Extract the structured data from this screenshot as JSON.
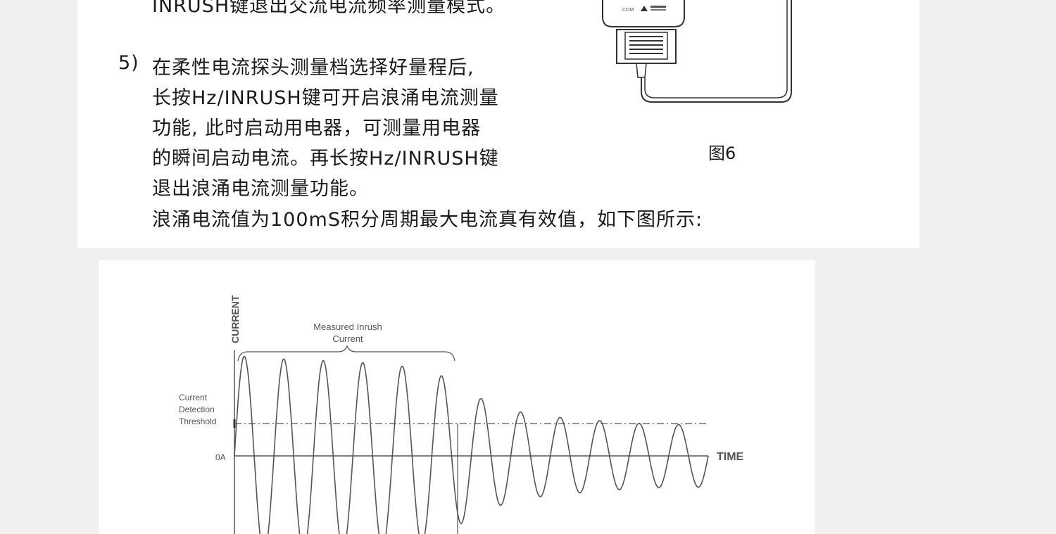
{
  "document": {
    "line_top_partial": "INRUSH键退出交流电流频率测量模式。",
    "item_number": "5)",
    "item_lines": [
      "在柔性电流探头测量档选择好量程后,",
      "长按Hz/INRUSH键可开启浪涌电流测量",
      "功能, 此时启动用电器，可测量用电器",
      "的瞬间启动电流。再长按Hz/INRUSH键",
      "退出浪涌电流测量功能。",
      "浪涌电流值为100mS积分周期最大电流真有效值，如下图所示:"
    ],
    "figure_caption": "图6",
    "meter_label_com": "COM",
    "meter_label_warn": "Δ"
  },
  "chart_data": {
    "type": "line",
    "title": "",
    "xlabel": "TIME",
    "ylabel": "CURRENT",
    "annotations": {
      "bracket_label_line1": "Measured Inrush",
      "bracket_label_line2": "Current",
      "threshold_line1": "Current",
      "threshold_line2": "Detection",
      "threshold_line3": "Threshold",
      "zero_label": "0A"
    },
    "threshold_level": 1,
    "cycles": 12,
    "peak_amplitudes": [
      3.2,
      3.1,
      3.05,
      3.0,
      2.9,
      2.75,
      1.95,
      1.45,
      1.25,
      1.15,
      1.05,
      1.0
    ],
    "measured_inrush_cycles": 6
  },
  "colors": {
    "text": "#1a1a1a",
    "chart_line": "#555555",
    "background": "#f0f0f0",
    "panel": "#ffffff"
  }
}
